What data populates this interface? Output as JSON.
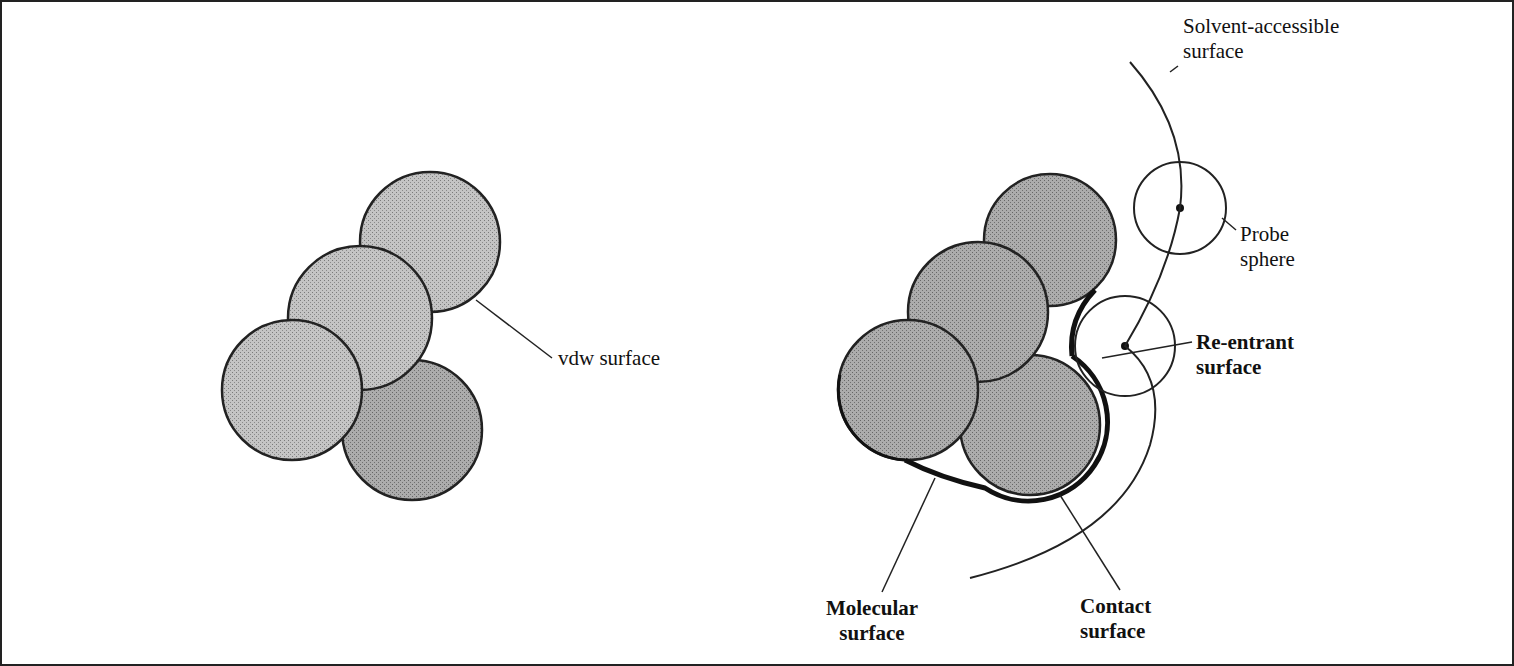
{
  "diagram": {
    "labels": [
      "vdw surface",
      "Solvent-accessible surface",
      "Probe sphere",
      "Re-entrant surface",
      "Molecular surface",
      "Contact surface"
    ]
  }
}
